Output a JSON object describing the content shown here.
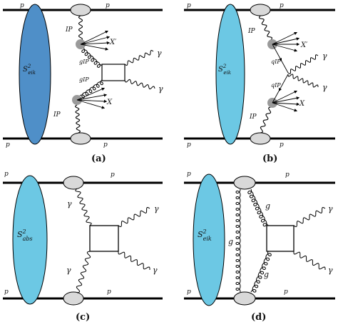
{
  "panels": {
    "a": {
      "caption": "(a)",
      "p_top_left": "p",
      "p_top_right": "p",
      "p_bot_left": "p",
      "p_bot_right": "p",
      "blob": "S²eik",
      "blob_main": "S",
      "blob_sup": "2",
      "blob_sub": "eik",
      "pom_top": "IP",
      "pom_bot": "IP",
      "g_top": "gIP",
      "g_bot": "gIP",
      "x_top": "X′",
      "x_bot": "X",
      "gamma1": "γ",
      "gamma2": "γ"
    },
    "b": {
      "caption": "(b)",
      "p_top_left": "p",
      "p_top_right": "p",
      "p_bot_left": "p",
      "p_bot_right": "p",
      "blob_main": "S",
      "blob_sup": "2",
      "blob_sub": "eik",
      "pom_top": "IP",
      "pom_bot": "IP",
      "q_top": "qIP",
      "q_bot": "qIP",
      "x_top": "X′",
      "x_bot": "X",
      "gamma1": "γ",
      "gamma2": "γ"
    },
    "c": {
      "caption": "(c)",
      "p_top_left": "p",
      "p_top_right": "p",
      "p_bot_left": "p",
      "p_bot_right": "p",
      "blob_main": "S",
      "blob_sup": "2",
      "blob_sub": "abs",
      "gam_top": "γ",
      "gam_bot": "γ",
      "gamma1": "γ",
      "gamma2": "γ"
    },
    "d": {
      "caption": "(d)",
      "p_top_left": "p",
      "p_top_right": "p",
      "p_bot_left": "p",
      "p_bot_right": "p",
      "blob_main": "S",
      "blob_sup": "2",
      "blob_sub": "eik",
      "g_left": "g",
      "g_top": "g",
      "g_bot": "g",
      "gamma1": "γ",
      "gamma2": "γ"
    }
  },
  "colors": {
    "blob_a": "#4f8fc8",
    "blob_bcd": "#6cc8e4",
    "vertex": "#d9d9d9",
    "blob_gray": "#9a9a9a"
  }
}
